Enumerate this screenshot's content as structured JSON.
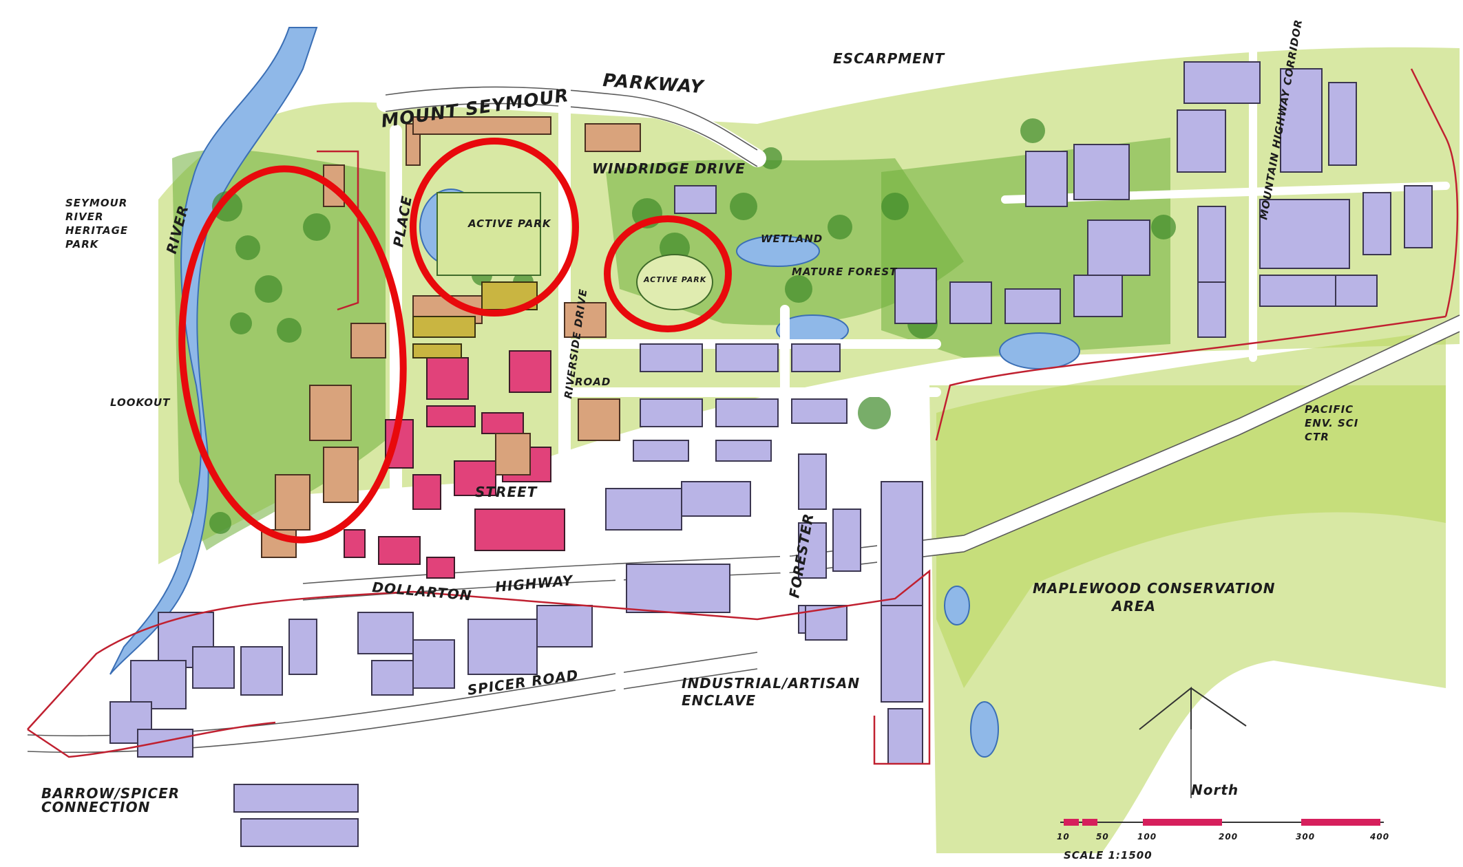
{
  "labels": {
    "mount_seymour": "MOUNT SEYMOUR",
    "parkway": "PARKWAY",
    "escarpment": "ESCARPMENT",
    "windridge_drive": "WINDRIDGE DRIVE",
    "seymour_river_heritage_park_1": "SEYMOUR",
    "seymour_river_heritage_park_2": "RIVER",
    "seymour_river_heritage_park_3": "HERITAGE",
    "seymour_river_heritage_park_4": "PARK",
    "river": "RIVER",
    "active_park_1": "ACTIVE PARK",
    "active_park_2": "ACTIVE PARK",
    "wetland": "WETLAND",
    "mature_forest": "MATURE FOREST",
    "lookout": "LOOKOUT",
    "place": "PLACE",
    "riverside_drive": "RIVERSIDE DRIVE",
    "road": "ROAD",
    "street": "STREET",
    "forester": "FORESTER",
    "dollarton": "DOLLARTON",
    "highway": "HIGHWAY",
    "spicer_road": "SPICER ROAD",
    "industrial_artisan_1": "INDUSTRIAL/ARTISAN",
    "industrial_artisan_2": "ENCLAVE",
    "maplewood_1": "MAPLEWOOD CONSERVATION",
    "maplewood_2": "AREA",
    "pacific_env_1": "PACIFIC",
    "pacific_env_2": "ENV. SCI",
    "pacific_env_3": "CTR",
    "barrow_spicer_1": "BARROW/SPICER",
    "barrow_spicer_2": "CONNECTION",
    "north": "North",
    "scale": "SCALE 1:1500",
    "mountain_hwy": "MOUNTAIN HIGHWAY CORRIDOR"
  },
  "scale_bar": {
    "ticks": [
      "10",
      "50",
      "100",
      "200",
      "300",
      "400"
    ]
  },
  "colors": {
    "highlight_circle": "#e8090c",
    "residential": "#b9b4e6",
    "commercial": "#e1427a",
    "river": "#8fb8e8",
    "vegetation": "#b8d65a"
  }
}
